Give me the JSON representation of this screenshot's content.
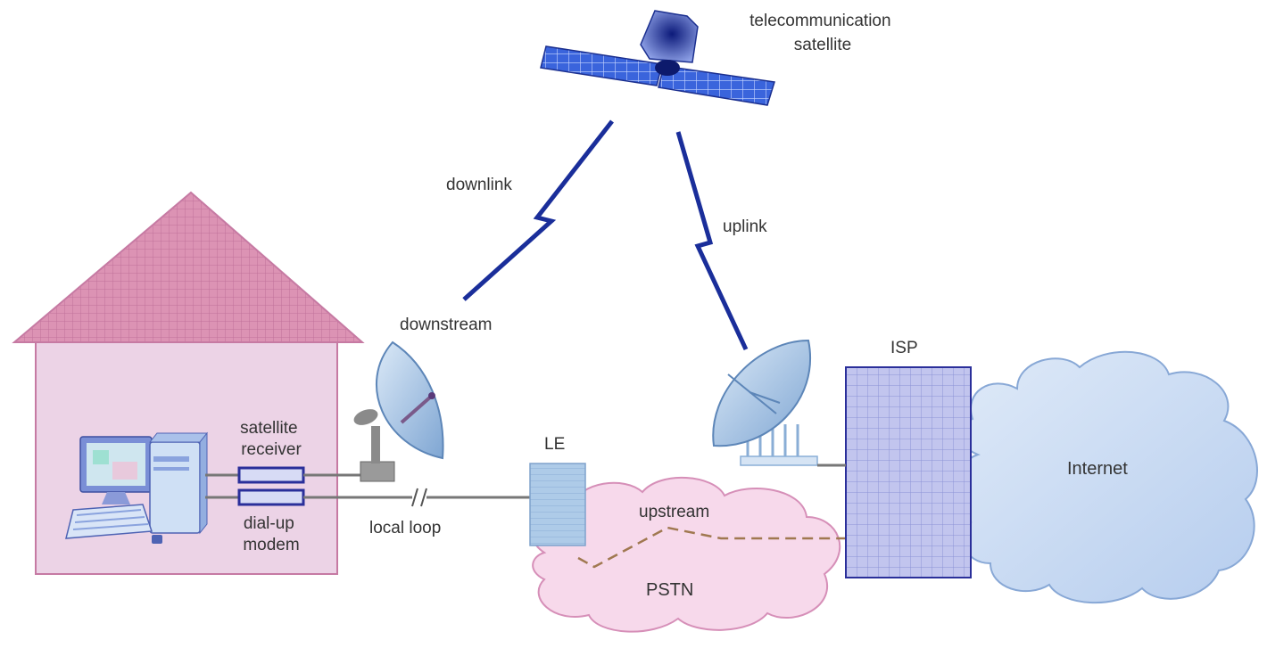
{
  "labels": {
    "satellite": [
      "telecommunication",
      "satellite"
    ],
    "downlink": "downlink",
    "uplink": "uplink",
    "downstream": "downstream",
    "satellite_receiver": [
      "satellite",
      "receiver"
    ],
    "dialup_modem": [
      "dial-up",
      "modem"
    ],
    "local_loop": "local loop",
    "le": "LE",
    "upstream": "upstream",
    "pstn": "PSTN",
    "isp": "ISP",
    "internet": "Internet"
  },
  "colors": {
    "house_roof": "#d98cad",
    "house_wall": "#e9cfe3",
    "house_stroke": "#c67aa3",
    "link_blue": "#1a2e9a",
    "satellite_panel": "#2f5bd6",
    "dish": "#a8c6e6",
    "cloud_pstn": "#f6d6ea",
    "cloud_internet": "#c9dcf3",
    "isp_box": "#b9bde8",
    "isp_stroke": "#2a2f9a",
    "le_box": "#a9c4e2",
    "wire_gray": "#777777",
    "upstream_dash": "#a07850"
  },
  "icons": [
    "telecommunication-satellite-icon",
    "house-icon",
    "computer-icon",
    "satellite-dish-icon",
    "ground-station-dish-icon",
    "cloud-icon"
  ]
}
